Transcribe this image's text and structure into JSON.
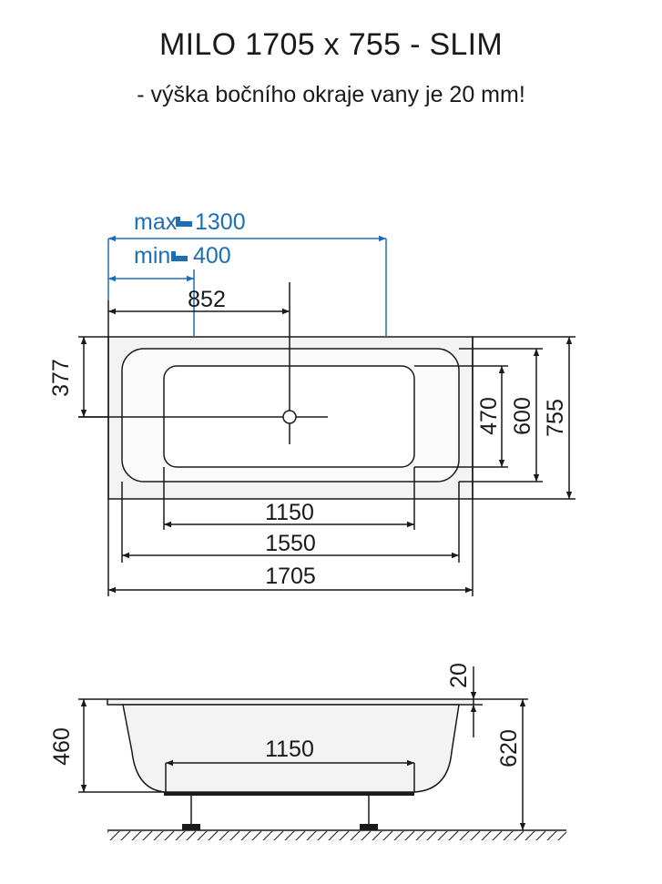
{
  "header": {
    "title": "MILO 1705 x 755 - SLIM",
    "subtitle": "- výška bočního okraje vany je 20 mm!"
  },
  "top_view": {
    "max_prefix": "max",
    "max_value": "1300",
    "min_prefix": "min",
    "min_value": "400",
    "drain_offset": "852",
    "drain_depth": "377",
    "inner_width": "470",
    "bowl_width": "600",
    "total_width": "755",
    "floor_length": "1150",
    "bowl_length": "1550",
    "total_length": "1705"
  },
  "side_view": {
    "rim_height": "20",
    "depth": "460",
    "floor_length": "1150",
    "total_height": "620"
  },
  "colors": {
    "dimension": "#1a1a1a",
    "faucet_range": "#1d6fb5"
  }
}
